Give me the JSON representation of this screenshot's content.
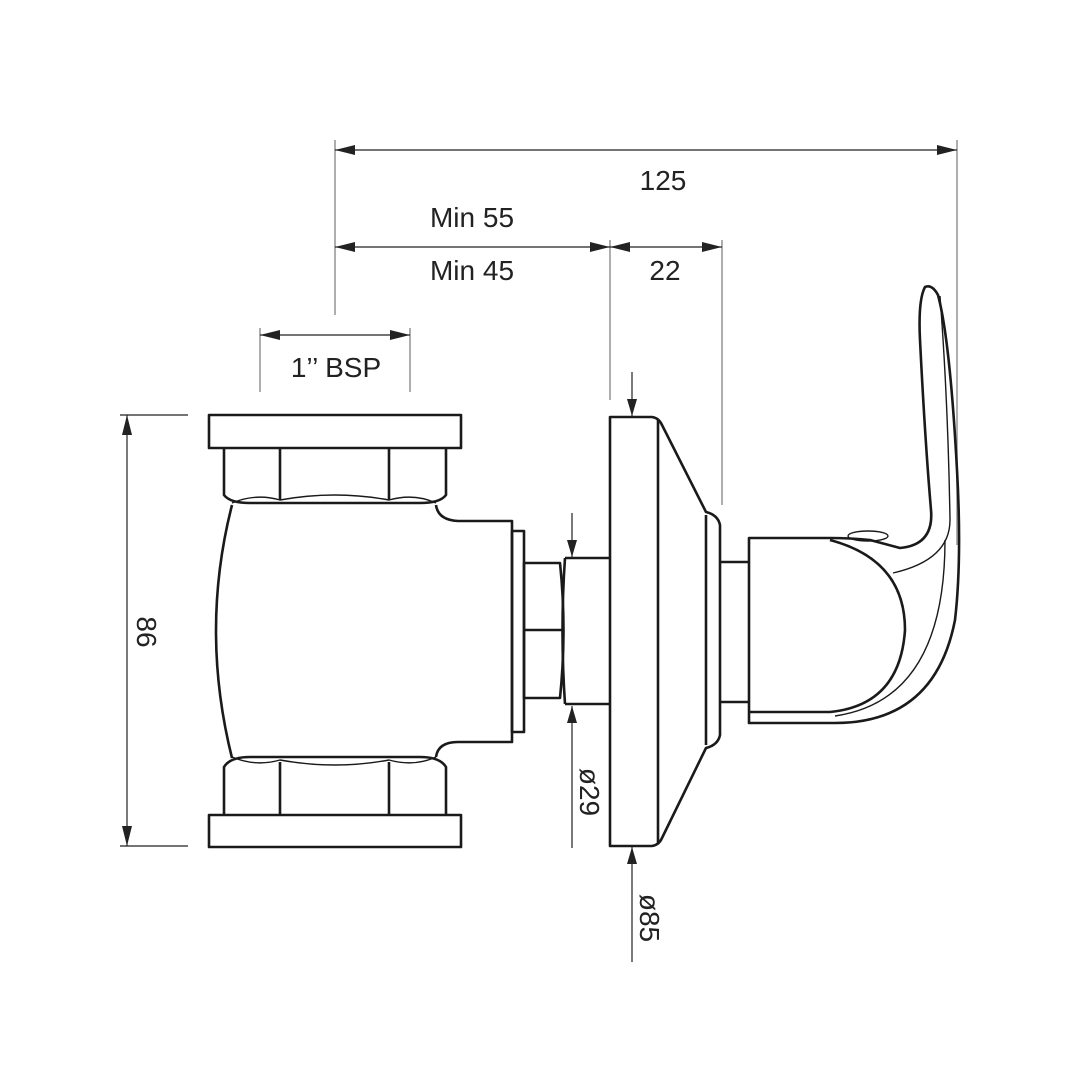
{
  "dimensions": {
    "overall_length": "125",
    "min_depth_upper": "Min 55",
    "min_depth_lower": "Min 45",
    "handle_projection": "22",
    "thread": "1’’ BSP",
    "height": "86",
    "pipe_diameter": "ø29",
    "plate_diameter": "ø85"
  },
  "colors": {
    "line": "#1a1a1a",
    "extension_line": "#9a9a9a",
    "background": "#ffffff"
  }
}
